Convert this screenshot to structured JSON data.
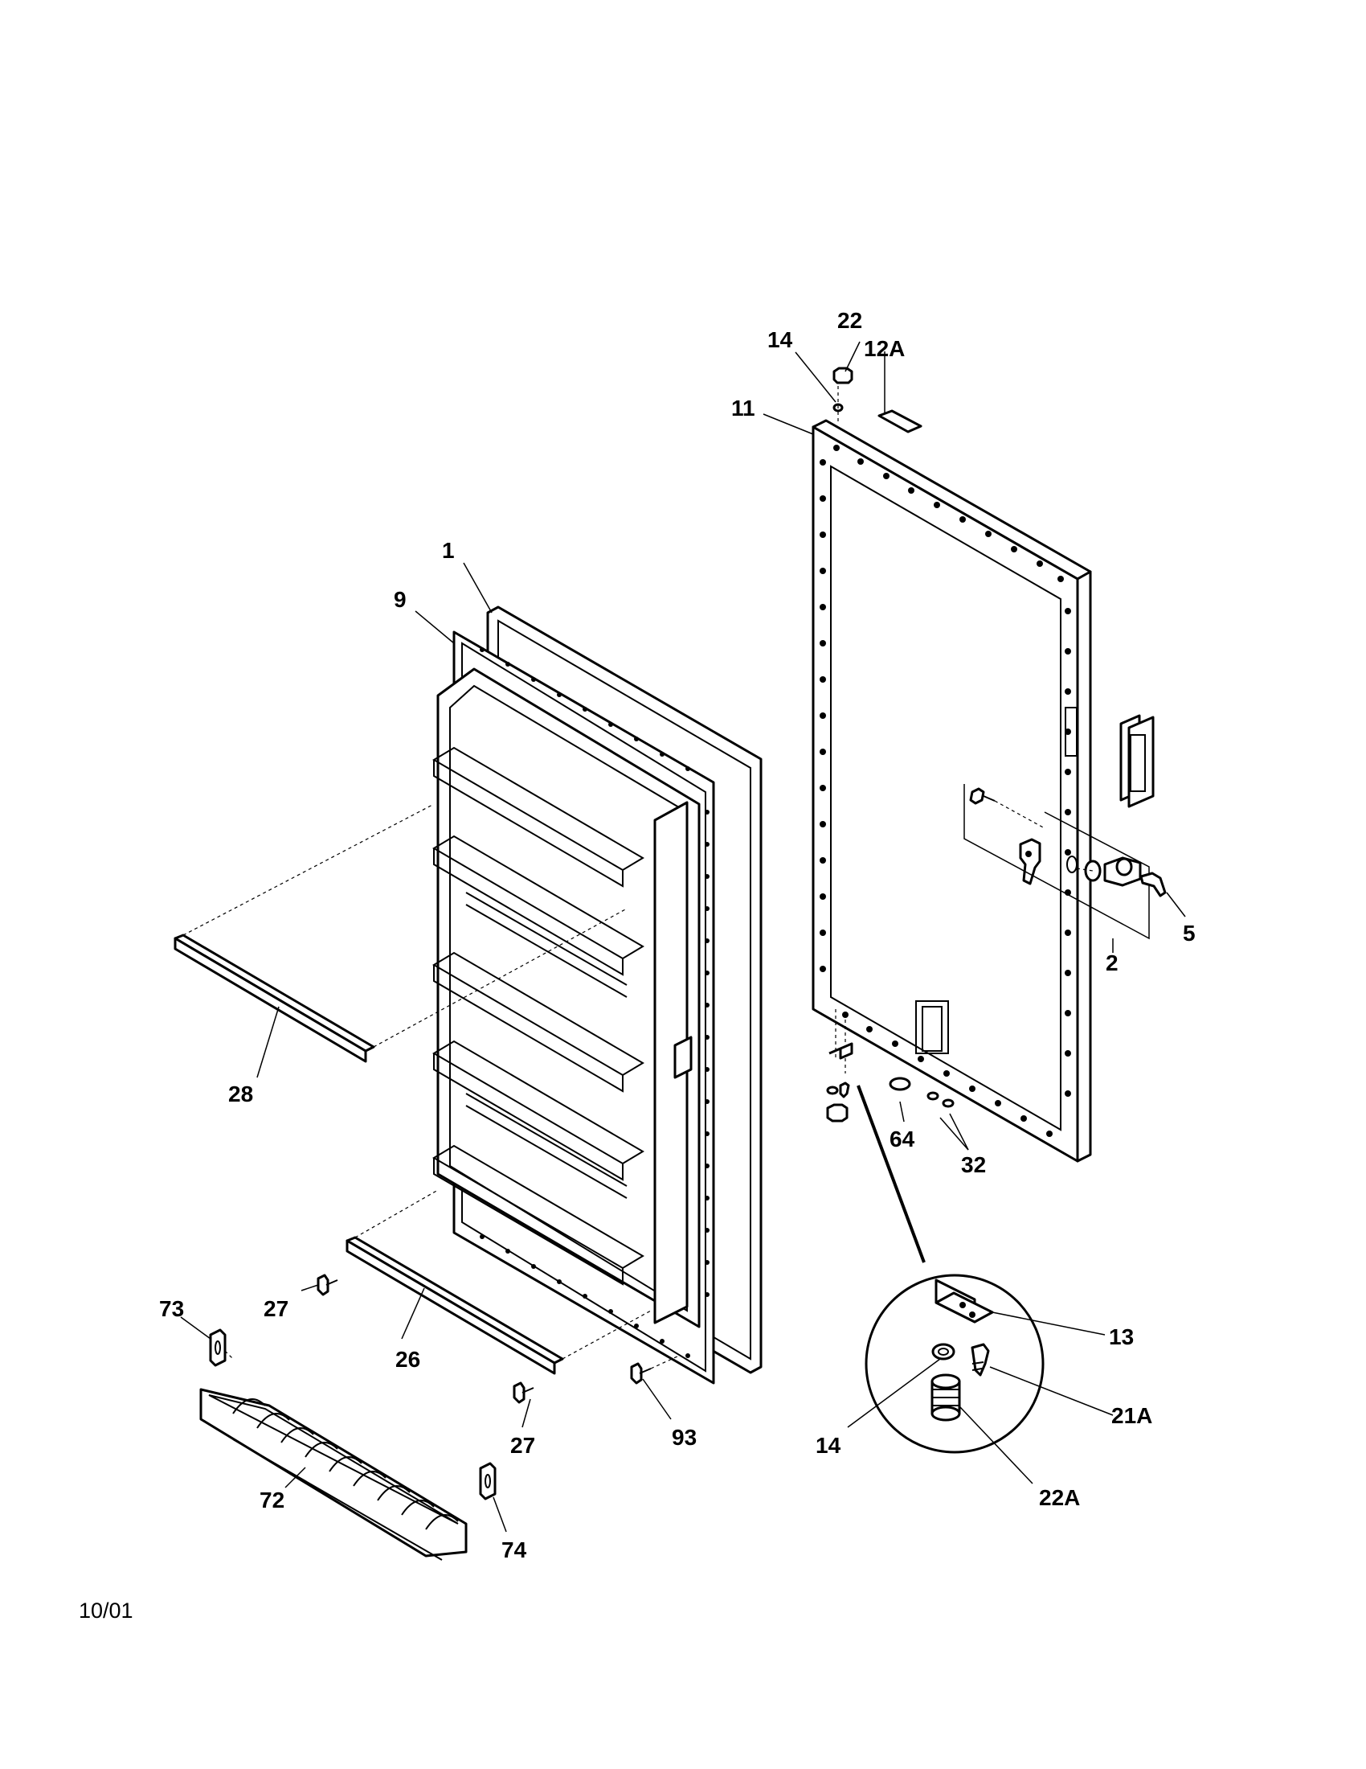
{
  "labels": {
    "l1": "1",
    "l2": "2",
    "l5": "5",
    "l9": "9",
    "l11": "11",
    "l12a": "12A",
    "l13": "13",
    "l14a": "14",
    "l14b": "14",
    "l21a": "21A",
    "l22": "22",
    "l22a": "22A",
    "l26": "26",
    "l27a": "27",
    "l27b": "27",
    "l28": "28",
    "l32": "32",
    "l64": "64",
    "l72": "72",
    "l73": "73",
    "l74": "74",
    "l93": "93"
  },
  "footer": {
    "date": "10/01"
  }
}
